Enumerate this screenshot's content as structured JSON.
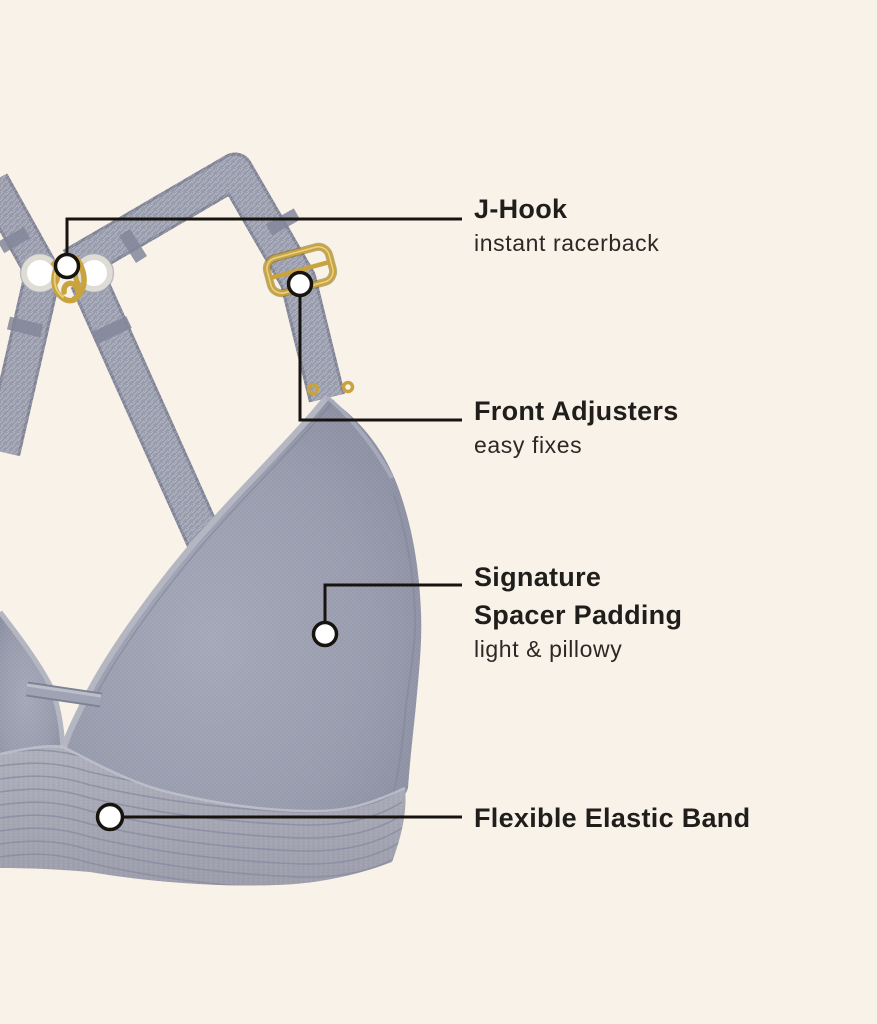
{
  "illustration": {
    "subject": "gray racerback triangle bralette with gold hardware",
    "fabric_color": "#9A9DAE",
    "band_color": "#A6A7B4",
    "hardware_color": "#C8A33E"
  },
  "colors": {
    "background": "#F8F2E9",
    "text": "#201E1B",
    "line": "#17140F",
    "marker-fill": "#FFFFFF"
  },
  "callouts": [
    {
      "id": "j-hook",
      "title": "J-Hook",
      "subtitle": "instant racerback",
      "marker": "circle"
    },
    {
      "id": "front-adjusters",
      "title": "Front Adjusters",
      "subtitle": "easy fixes",
      "marker": "circle"
    },
    {
      "id": "spacer-padding",
      "title_lines": [
        "Signature",
        "Spacer Padding"
      ],
      "subtitle": "light & pillowy",
      "marker": "circle"
    },
    {
      "id": "elastic-band",
      "title": "Flexible Elastic Band",
      "marker": "circle"
    }
  ]
}
